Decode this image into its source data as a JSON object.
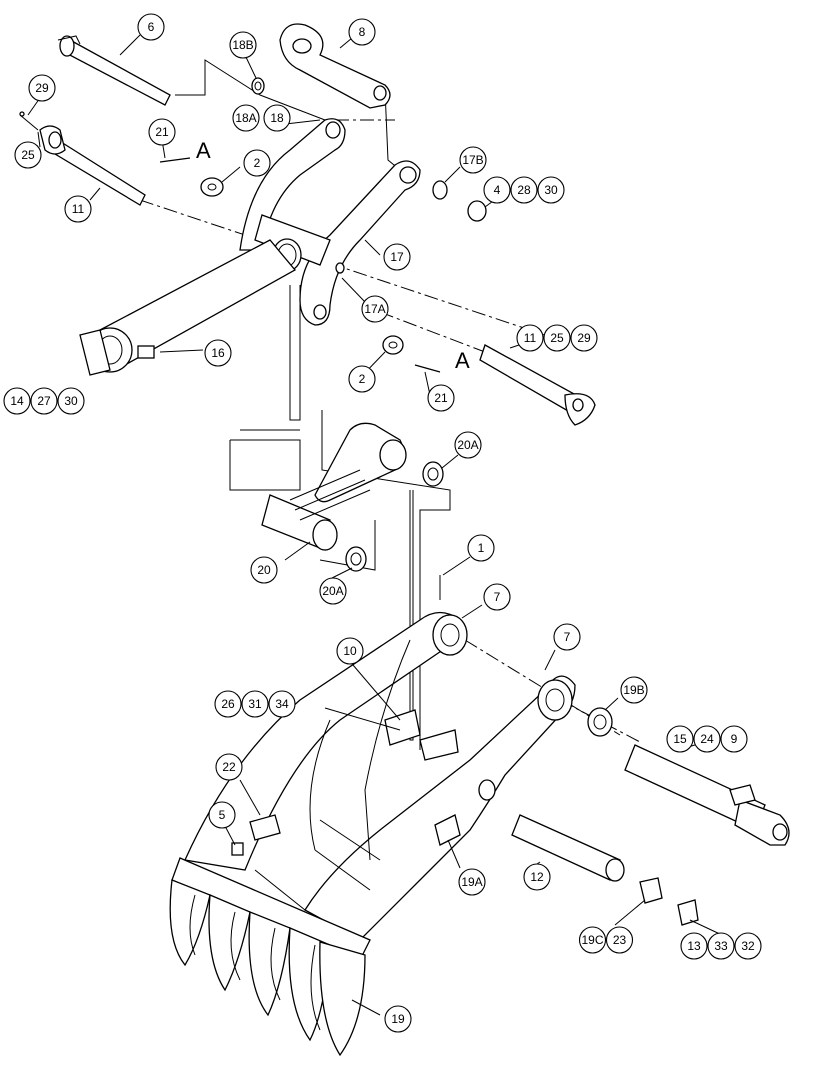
{
  "section_marker": "A",
  "callouts": [
    {
      "id": "c6",
      "labels": [
        "6"
      ]
    },
    {
      "id": "c8",
      "labels": [
        "8"
      ]
    },
    {
      "id": "c18b",
      "labels": [
        "18B"
      ]
    },
    {
      "id": "c18a",
      "labels": [
        "18A"
      ]
    },
    {
      "id": "c18",
      "labels": [
        "18"
      ]
    },
    {
      "id": "c29",
      "labels": [
        "29"
      ]
    },
    {
      "id": "c25",
      "labels": [
        "25"
      ]
    },
    {
      "id": "c21a",
      "labels": [
        "21"
      ]
    },
    {
      "id": "c2a",
      "labels": [
        "2"
      ]
    },
    {
      "id": "c11a",
      "labels": [
        "11"
      ]
    },
    {
      "id": "c17b",
      "labels": [
        "17B"
      ]
    },
    {
      "id": "c4",
      "labels": [
        "4",
        "28",
        "30"
      ]
    },
    {
      "id": "c17",
      "labels": [
        "17"
      ]
    },
    {
      "id": "c17a",
      "labels": [
        "17A"
      ]
    },
    {
      "id": "c11b",
      "labels": [
        "11",
        "25",
        "29"
      ]
    },
    {
      "id": "c16",
      "labels": [
        "16"
      ]
    },
    {
      "id": "c14",
      "labels": [
        "14",
        "27",
        "30"
      ]
    },
    {
      "id": "c2b",
      "labels": [
        "2"
      ]
    },
    {
      "id": "c21b",
      "labels": [
        "21"
      ]
    },
    {
      "id": "c20a1",
      "labels": [
        "20A"
      ]
    },
    {
      "id": "c20",
      "labels": [
        "20"
      ]
    },
    {
      "id": "c20a2",
      "labels": [
        "20A"
      ]
    },
    {
      "id": "c1",
      "labels": [
        "1"
      ]
    },
    {
      "id": "c7a",
      "labels": [
        "7"
      ]
    },
    {
      "id": "c7b",
      "labels": [
        "7"
      ]
    },
    {
      "id": "c10",
      "labels": [
        "10"
      ]
    },
    {
      "id": "c26",
      "labels": [
        "26",
        "31",
        "34"
      ]
    },
    {
      "id": "c19b",
      "labels": [
        "19B"
      ]
    },
    {
      "id": "c15",
      "labels": [
        "15",
        "24",
        "9"
      ]
    },
    {
      "id": "c22",
      "labels": [
        "22"
      ]
    },
    {
      "id": "c5",
      "labels": [
        "5"
      ]
    },
    {
      "id": "c19a",
      "labels": [
        "19A"
      ]
    },
    {
      "id": "c12",
      "labels": [
        "12"
      ]
    },
    {
      "id": "c19c",
      "labels": [
        "19C",
        "23"
      ]
    },
    {
      "id": "c13",
      "labels": [
        "13",
        "33",
        "32"
      ]
    },
    {
      "id": "c19",
      "labels": [
        "19"
      ]
    }
  ]
}
